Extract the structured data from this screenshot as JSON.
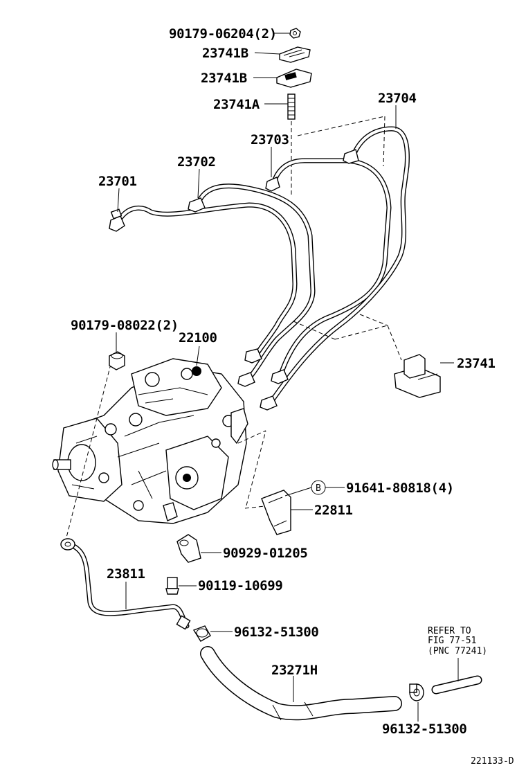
{
  "diagram": {
    "labels": {
      "p90179_06204": "90179-06204(2)",
      "p23741B_top": "23741B",
      "p23741B_bottom": "23741B",
      "p23741A": "23741A",
      "p23704": "23704",
      "p23703": "23703",
      "p23702": "23702",
      "p23701": "23701",
      "p90179_08022": "90179-08022(2)",
      "p22100": "22100",
      "p23741": "23741",
      "p91641_80818": "91641-80818(4)",
      "callout_b": "B",
      "p22811": "22811",
      "p90929_01205": "90929-01205",
      "p23811": "23811",
      "p90119_10699": "90119-10699",
      "p96132_51300_a": "96132-51300",
      "p23271H": "23271H",
      "p96132_51300_b": "96132-51300",
      "refer_line1": "REFER TO",
      "refer_line2": "FIG 77-51",
      "refer_line3": "(PNC 77241)",
      "figure_code": "221133-D"
    }
  }
}
